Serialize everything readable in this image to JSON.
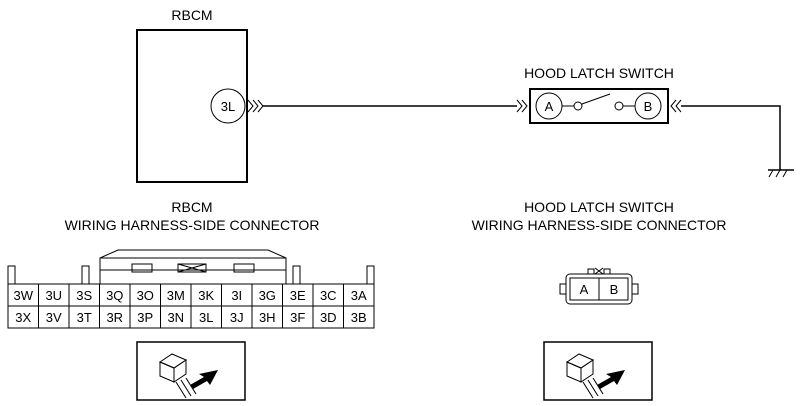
{
  "rbcm": {
    "title": "RBCM",
    "terminal": "3L"
  },
  "hood_latch_switch": {
    "title": "HOOD LATCH SWITCH",
    "terminal_a": "A",
    "terminal_b": "B"
  },
  "rbcm_connector": {
    "title_line1": "RBCM",
    "title_line2": "WIRING HARNESS-SIDE CONNECTOR",
    "top_row": [
      "3W",
      "3U",
      "3S",
      "3Q",
      "3O",
      "3M",
      "3K",
      "3I",
      "3G",
      "3E",
      "3C",
      "3A"
    ],
    "bottom_row": [
      "3X",
      "3V",
      "3T",
      "3R",
      "3P",
      "3N",
      "3L",
      "3J",
      "3H",
      "3F",
      "3D",
      "3B"
    ]
  },
  "switch_connector": {
    "title_line1": "HOOD LATCH SWITCH",
    "title_line2": "WIRING HARNESS-SIDE CONNECTOR",
    "pins": [
      "A",
      "B"
    ]
  },
  "icons": {
    "ground": "ground-symbol-icon",
    "connector_view": "harness-side-view-icon"
  }
}
